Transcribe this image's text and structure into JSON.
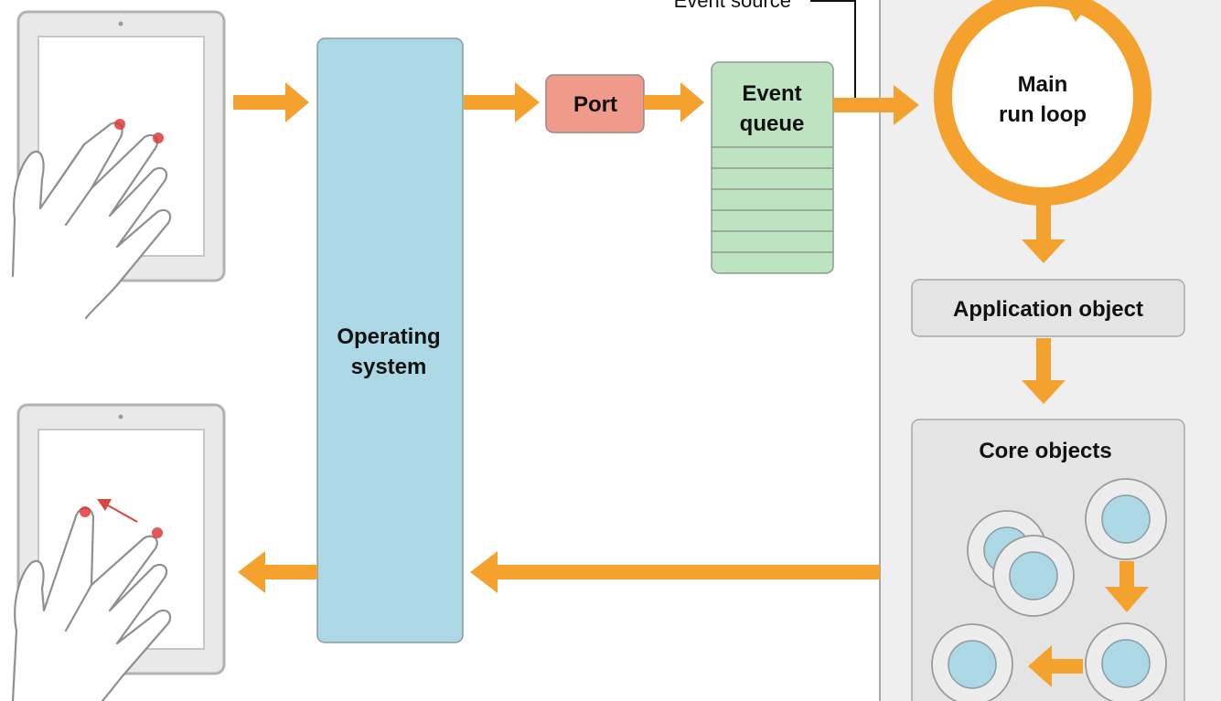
{
  "labels": {
    "event_source": "Event source",
    "port": "Port",
    "event_queue_line1": "Event",
    "event_queue_line2": "queue",
    "main_run_loop_line1": "Main",
    "main_run_loop_line2": "run loop",
    "operating_system_line1": "Operating",
    "operating_system_line2": "system",
    "application_object": "Application object",
    "core_objects": "Core objects"
  },
  "colors": {
    "arrow": "#f4a12d",
    "operating_system_fill": "#acd8e6",
    "port_fill": "#ef9a8a",
    "queue_fill": "#bde3c0",
    "app_panel_fill": "#efefef",
    "box_fill": "#e4e4e4",
    "touch_dot": "#e03a3a",
    "core_object_center": "#acd8e6"
  },
  "icons": [
    "tablet-icon",
    "hand-icon",
    "touch-point-icon",
    "swipe-arrow-icon",
    "run-loop-icon",
    "core-object-icon"
  ]
}
